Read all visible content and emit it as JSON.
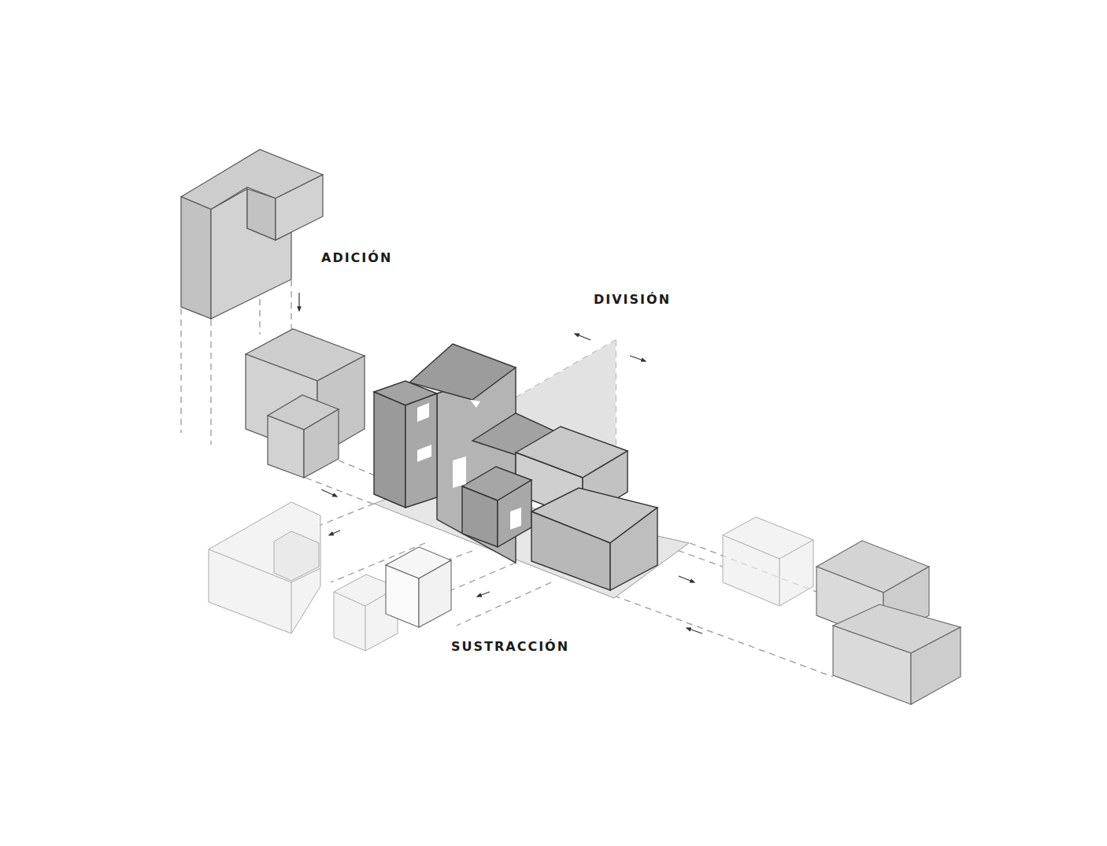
{
  "diagram": {
    "labels": [
      "ADICIÓN",
      "DIVISIÓN",
      "SUSTRACCIÓN"
    ]
  }
}
